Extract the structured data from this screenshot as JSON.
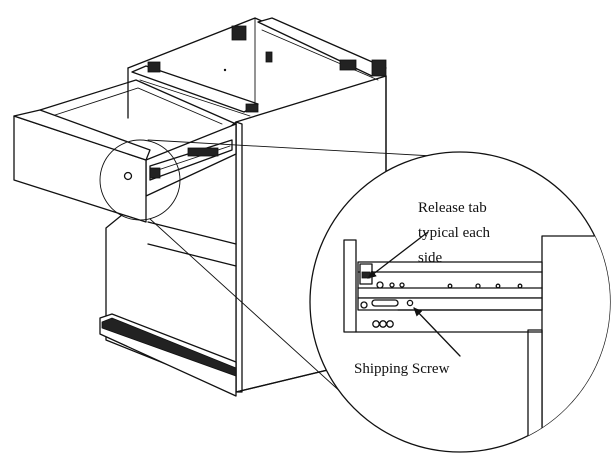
{
  "callouts": {
    "release_tab": [
      "Release tab",
      "typical each",
      "side"
    ],
    "shipping_screw": "Shipping Screw"
  },
  "colors": {
    "line": "#111111",
    "background": "#ffffff"
  }
}
